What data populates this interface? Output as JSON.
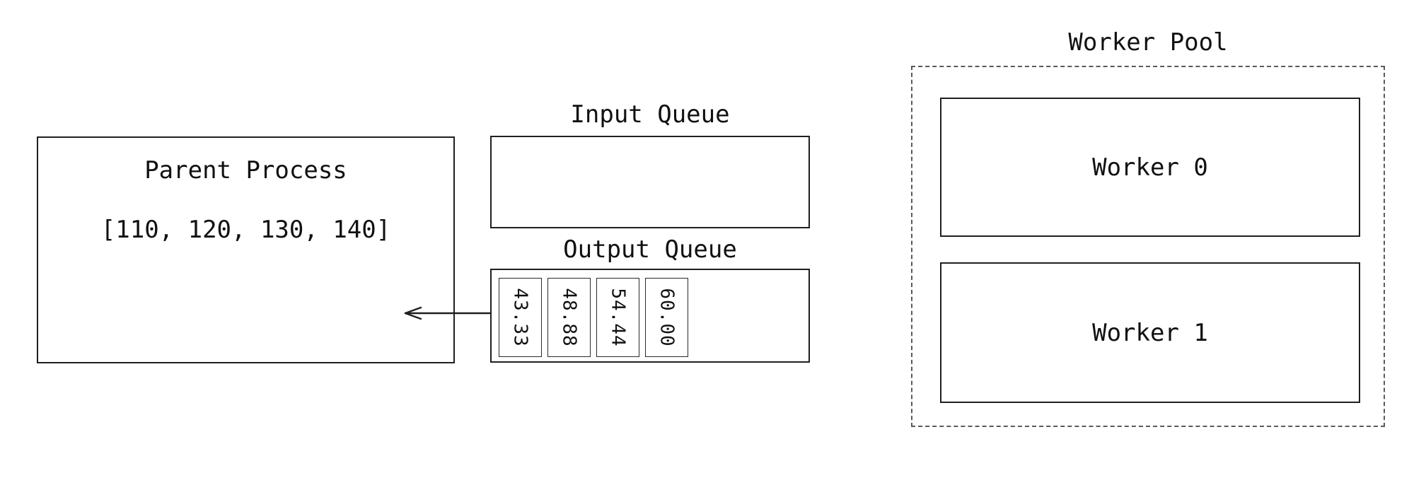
{
  "diagram": {
    "title_font_note": "",
    "parent_process": {
      "title": "Parent Process",
      "data_list": "[110, 120, 130, 140]"
    },
    "input_queue": {
      "title": "Input Queue"
    },
    "output_queue": {
      "title": "Output Queue",
      "items": [
        "43.33",
        "48.88",
        "54.44",
        "60.00"
      ]
    },
    "worker_pool": {
      "title": "Worker Pool",
      "workers": [
        {
          "label": "Worker 0"
        },
        {
          "label": "Worker 1"
        }
      ]
    },
    "arrow": {
      "meaning": "output-queue-to-parent-process"
    },
    "colors": {
      "line": "#1f1f1f",
      "dashed_border": "#5a5a5a",
      "background": "#ffffff",
      "text": "#111111"
    }
  }
}
